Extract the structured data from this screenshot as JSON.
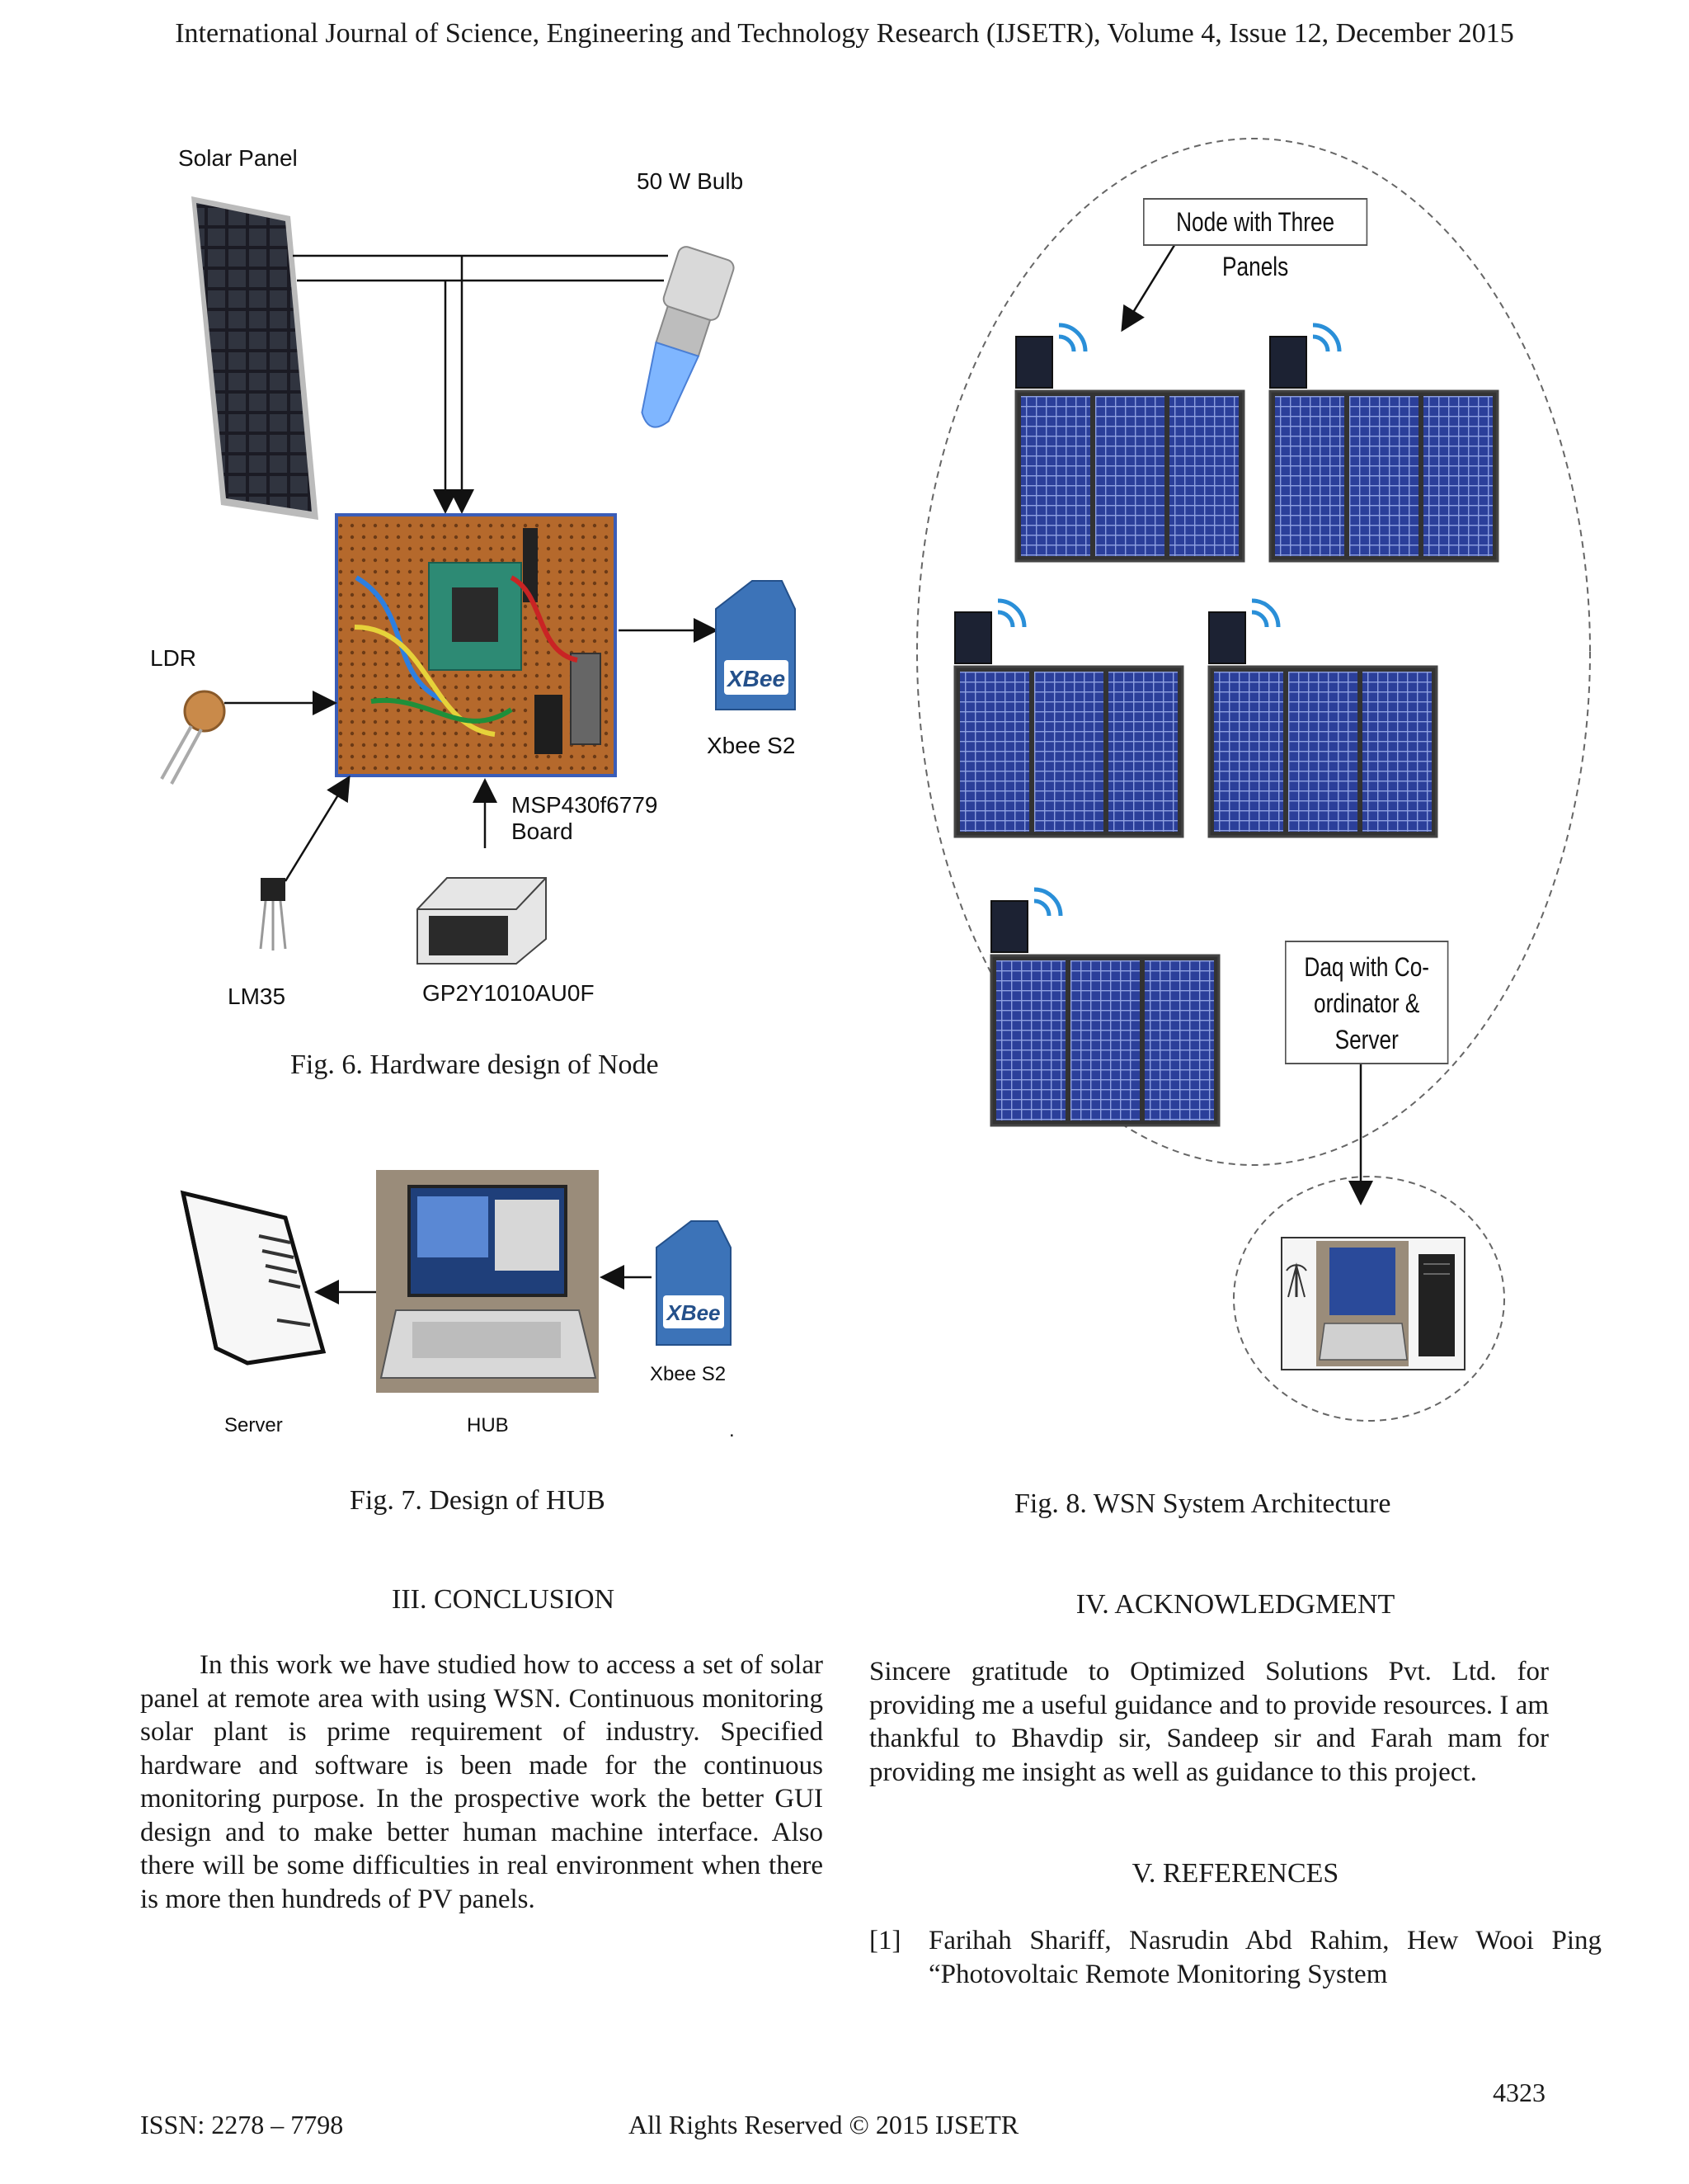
{
  "header": {
    "running_title": "International Journal of Science, Engineering and Technology Research (IJSETR), Volume 4, Issue 12, December 2015"
  },
  "fig6": {
    "labels": {
      "solar_panel": "Solar Panel",
      "bulb": "50 W Bulb",
      "ldr": "LDR",
      "xbee": "Xbee S2",
      "board_line1": "MSP430f6779",
      "board_line2": "Board",
      "lm35": "LM35",
      "dust_sensor": "GP2Y1010AU0F",
      "xbee_logo": "XBee"
    },
    "caption": "Fig. 6. Hardware design of Node"
  },
  "fig7": {
    "labels": {
      "server": "Server",
      "hub": "HUB",
      "xbee": "Xbee S2",
      "xbee_logo": "XBee",
      "dot": "."
    },
    "caption": "Fig. 7. Design of HUB"
  },
  "fig8": {
    "callout_node": "Node with Three Panels",
    "callout_daq_line1": "Daq with Co-",
    "callout_daq_line2": "ordinator &",
    "callout_daq_line3": "Server",
    "caption": "Fig. 8. WSN System Architecture"
  },
  "sections": {
    "conclusion": {
      "heading": "III.  CONCLUSION",
      "text": "In this work we have studied how to access a set of solar panel at remote area with using WSN. Continuous monitoring solar plant is prime requirement of industry. Specified hardware and software is been made for the continuous monitoring purpose. In the prospective work the better GUI design and to make better human machine interface. Also there will be some difficulties in real environment when there is more then hundreds of PV panels."
    },
    "acknowledgment": {
      "heading": "IV.  ACKNOWLEDGMENT",
      "text": "Sincere gratitude to Optimized Solutions Pvt. Ltd. for providing me a useful guidance and to provide resources. I am thankful to Bhavdip sir, Sandeep sir and Farah mam for providing me insight as well as guidance to this project."
    },
    "references": {
      "heading": "V.  REFERENCES",
      "items": [
        {
          "num": "[1]",
          "text": "Farihah Shariff, Nasrudin Abd Rahim, Hew Wooi Ping “Photovoltaic Remote Monitoring System"
        }
      ]
    }
  },
  "footer": {
    "page_number": "4323",
    "issn": "ISSN: 2278 – 7798",
    "rights": "All Rights Reserved © 2015 IJSETR"
  }
}
